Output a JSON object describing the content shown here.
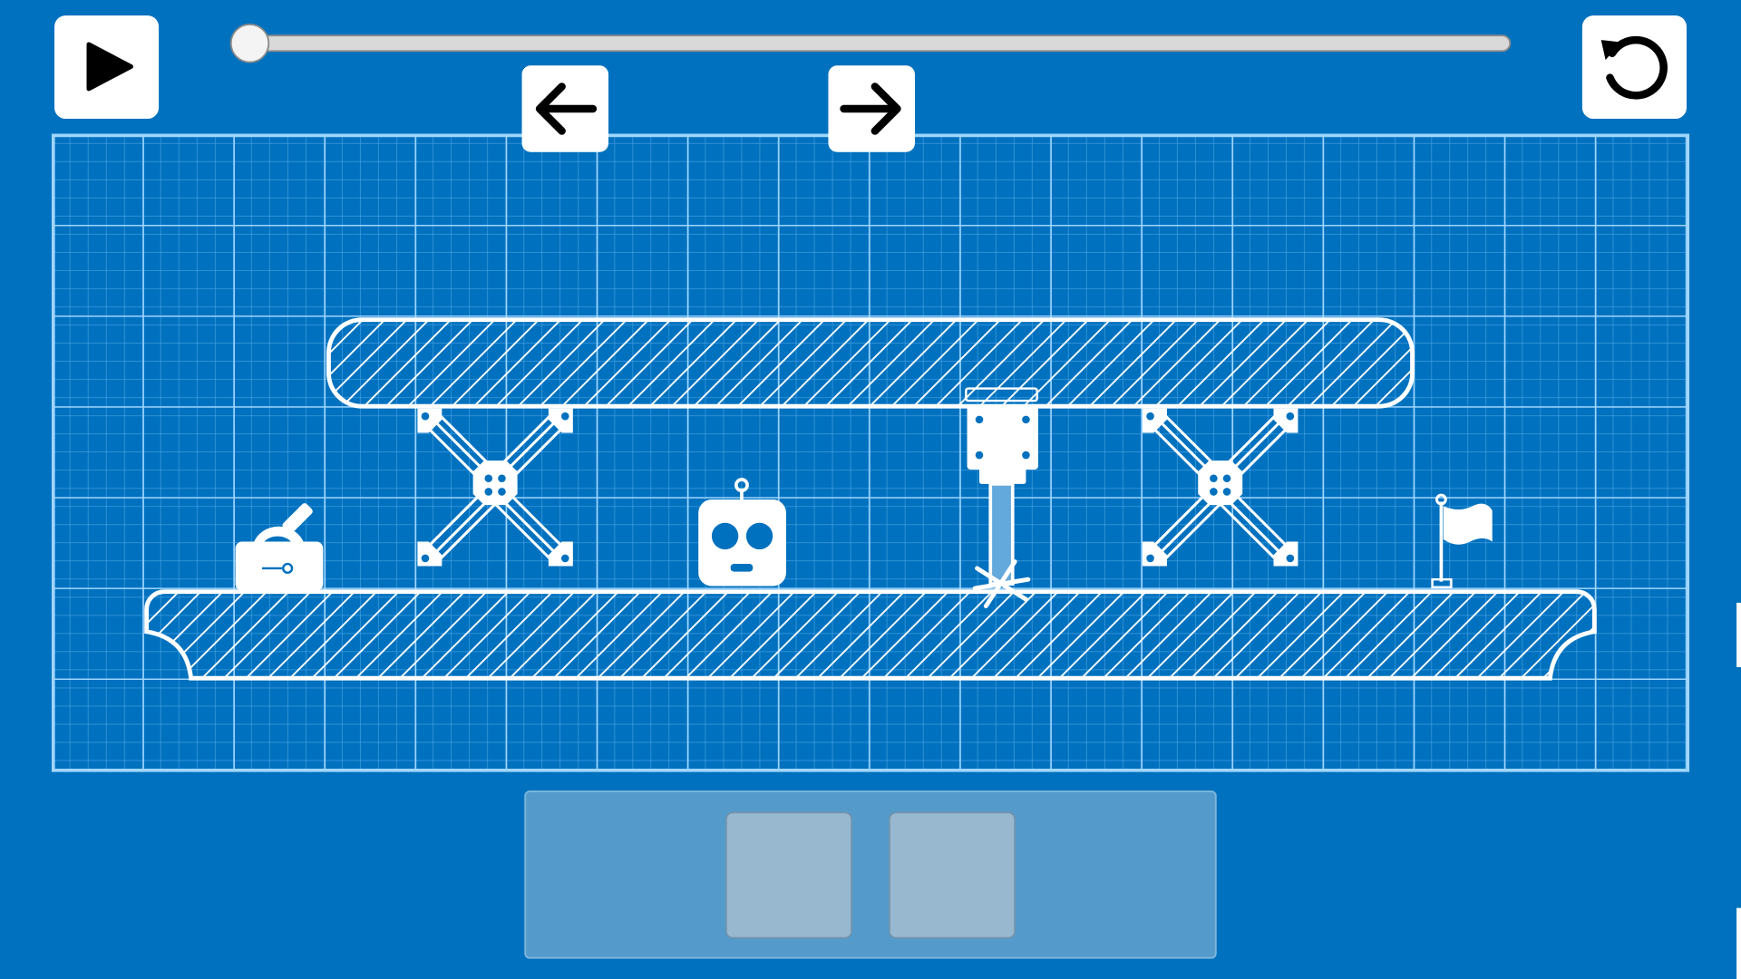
{
  "colors": {
    "background": "#0071be",
    "grid_minor": "#4ea4e6",
    "grid_major": "#9fd6ff",
    "structure": "#ffffff",
    "button": "#ffffff",
    "icon": "#000000",
    "tray": "#549bcb",
    "tray_slot": "#98b8cf"
  },
  "toolbar": {
    "play_icon": "play-icon",
    "reset_icon": "reset-icon",
    "step_back_icon": "arrow-left-icon",
    "step_forward_icon": "arrow-right-icon"
  },
  "timeline": {
    "progress_percent": 0
  },
  "level": {
    "objects": [
      "laser-emitter",
      "scissor-lift",
      "robot",
      "piston",
      "scissor-lift",
      "goal-flag"
    ]
  },
  "inventory": {
    "slots": 2
  }
}
